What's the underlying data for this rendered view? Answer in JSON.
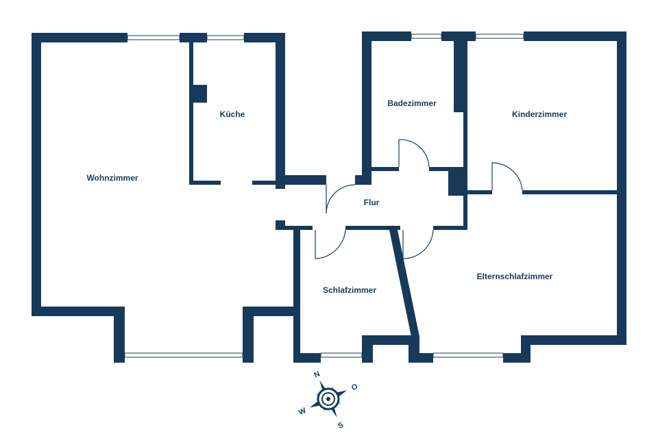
{
  "floorplan": {
    "rooms": [
      {
        "id": "wohnzimmer",
        "label": "Wohnzimmer"
      },
      {
        "id": "kueche",
        "label": "Küche"
      },
      {
        "id": "badezimmer",
        "label": "Badezimmer"
      },
      {
        "id": "kinderzimmer",
        "label": "Kinderzimmer"
      },
      {
        "id": "flur",
        "label": "Flur"
      },
      {
        "id": "schlafzimmer",
        "label": "Schlafzimmer"
      },
      {
        "id": "elternschlafzimmer",
        "label": "Elternschlafzimmer"
      }
    ]
  },
  "compass": {
    "north": "N",
    "east": "O",
    "south": "S",
    "west": "W"
  },
  "colors": {
    "wall": "#173a5a",
    "background": "#ffffff"
  }
}
